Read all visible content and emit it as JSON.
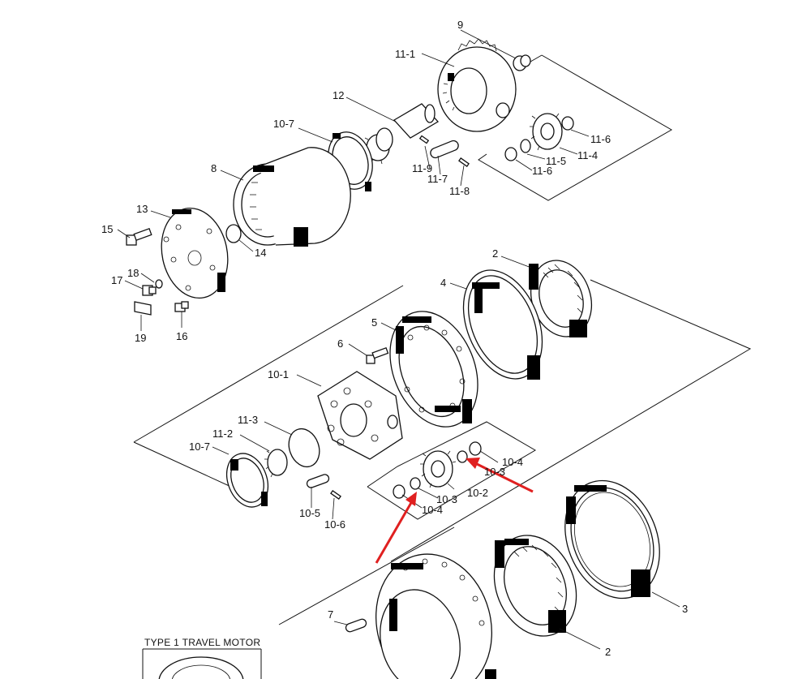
{
  "diagram": {
    "labels": {
      "p9": "9",
      "p11_1": "11-1",
      "p12": "12",
      "p10_7_top": "10-7",
      "p8": "8",
      "p11_9": "11-9",
      "p11_7": "11-7",
      "p11_8": "11-8",
      "p11_6_a": "11-6",
      "p11_4": "11-4",
      "p11_5": "11-5",
      "p11_6_b": "11-6",
      "p13": "13",
      "p15": "15",
      "p14": "14",
      "p18": "18",
      "p17": "17",
      "p19": "19",
      "p16": "16",
      "p2_top": "2",
      "p4": "4",
      "p5": "5",
      "p6": "6",
      "p10_1": "10-1",
      "p11_3": "11-3",
      "p11_2": "11-2",
      "p10_7_mid": "10-7",
      "p10_5": "10-5",
      "p10_6": "10-6",
      "p10_4_a": "10-4",
      "p10_3_a": "10-3",
      "p10_2": "10-2",
      "p10_3_b": "10-3",
      "p10_4_b": "10-4",
      "p3": "3",
      "p7": "7",
      "p2_bottom": "2"
    },
    "caption": "TYPE 1 TRAVEL MOTOR",
    "arrow_color": "#e02020"
  }
}
